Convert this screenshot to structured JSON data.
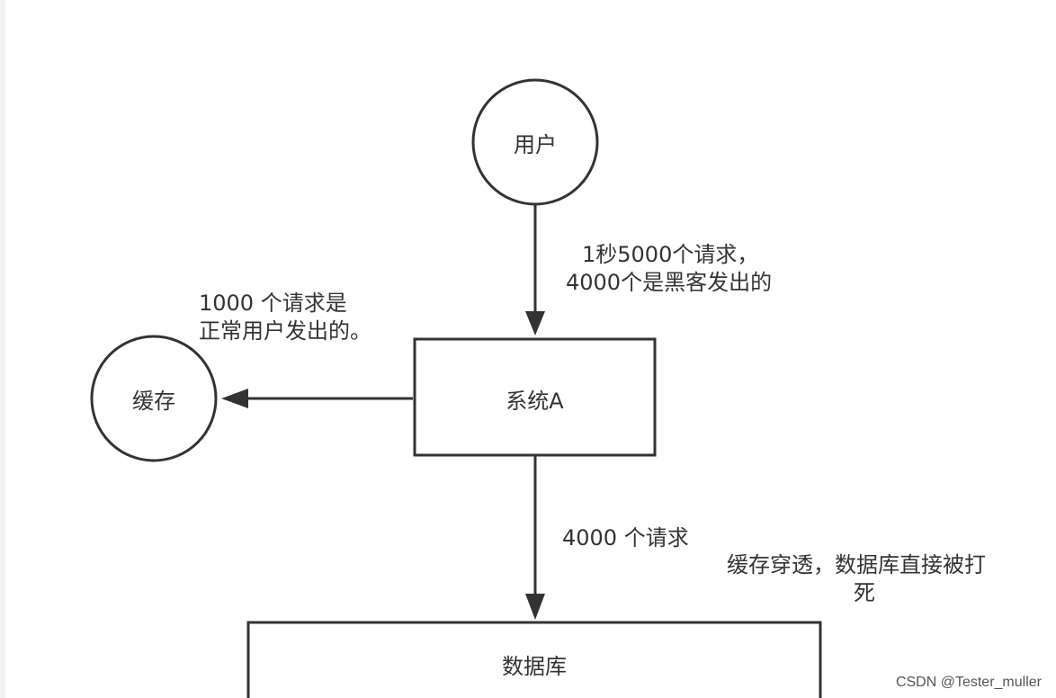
{
  "nodes": {
    "user": "用户",
    "cache": "缓存",
    "system": "系统A",
    "database": "数据库"
  },
  "edges": {
    "user_to_system": [
      "1秒5000个请求，",
      "4000个是黑客发出的"
    ],
    "system_to_cache": [
      "1000 个请求是",
      "正常用户发出的。"
    ],
    "system_to_database": "4000 个请求"
  },
  "notes": {
    "penetration": [
      "缓存穿透，数据库直接被打",
      "死"
    ]
  },
  "watermark": "CSDN @Tester_muller",
  "colors": {
    "stroke": "#333333",
    "text": "#333333",
    "background": "#ffffff"
  }
}
